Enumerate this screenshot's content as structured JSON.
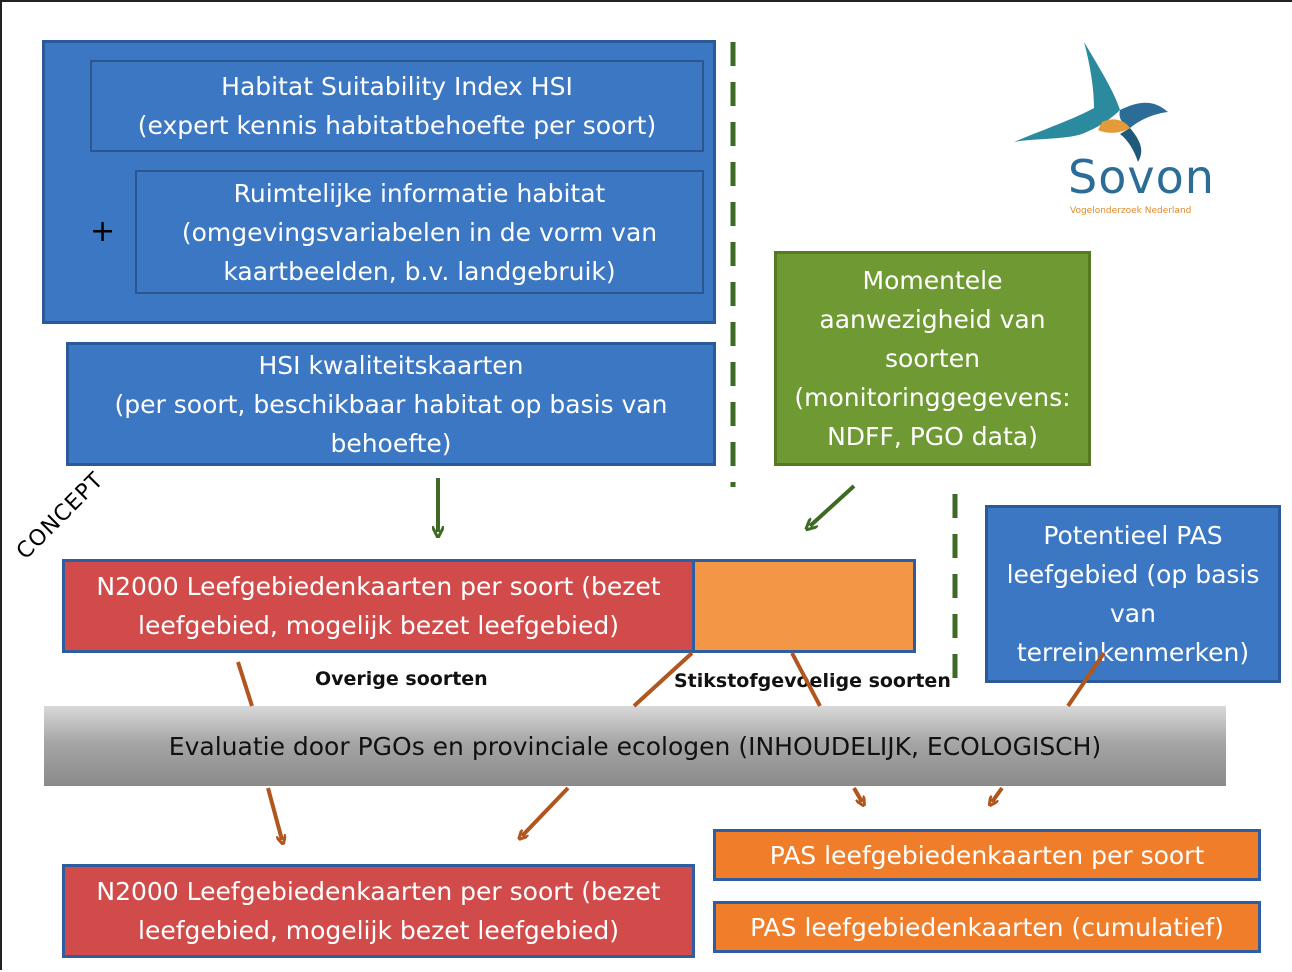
{
  "boxes": {
    "hsi_index": "Habitat Suitability Index HSI\n(expert kennis habitatbehoefte per soort)",
    "spatial_info": "Ruimtelijke informatie habitat\n(omgevingsvariabelen in de vorm van\nkaartbeelden, b.v. landgebruik)",
    "plus": "+",
    "hsi_maps": "HSI kwaliteitskaarten\n(per soort, beschikbaar habitat op basis van\nbehoefte)",
    "presence": "Momentele\naanwezigheid van\nsoorten\n(monitoringgegevens:\nNDFF, PGO data)",
    "potential_pas": "Potentieel PAS\nleefgebied (op basis\nvan\nterreinkenmerken)",
    "n2000_top": "N2000 Leefgebiedenkaarten per soort (bezet\nleefgebied, mogelijk bezet leefgebied)",
    "evaluation": "Evaluatie door PGOs en provinciale ecologen (INHOUDELIJK, ECOLOGISCH)",
    "n2000_bottom": "N2000 Leefgebiedenkaarten per soort (bezet\nleefgebied, mogelijk bezet leefgebied)",
    "pas_per_species": "PAS leefgebiedenkaarten per soort",
    "pas_cumulative": "PAS leefgebiedenkaarten (cumulatief)"
  },
  "labels": {
    "concept": "CONCEPT",
    "other_species": "Overige soorten",
    "nitrogen_sensitive": "Stikstofgevoelige soorten"
  },
  "logo": {
    "name": "Sovon",
    "tagline": "Vogelonderzoek Nederland"
  },
  "colors": {
    "blue": "#3c77c3",
    "green": "#6f9a33",
    "red": "#d24b4b",
    "orange": "#f39747",
    "arrow_brown": "#b0561e",
    "arrow_green": "#3f6a22"
  }
}
